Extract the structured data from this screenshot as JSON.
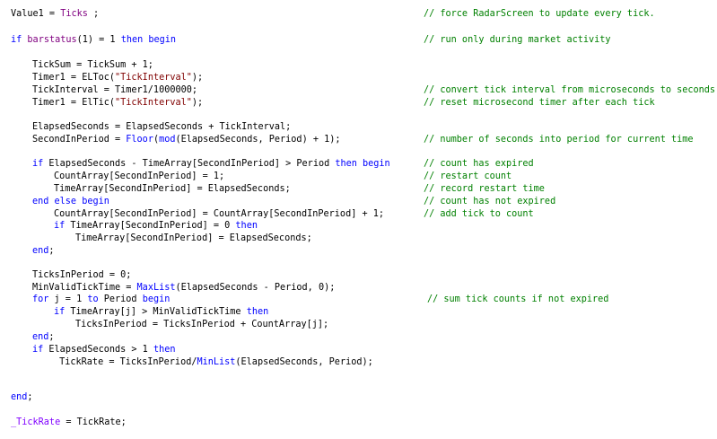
{
  "colors": {
    "background": "#ffffff",
    "plain": "#000000",
    "keyword": "#0000ff",
    "function": "#0000ff",
    "reserved": "#800080",
    "string": "#800000",
    "comment": "#008000",
    "user_function": "#8000ff"
  },
  "code": [
    {
      "indent": 0,
      "segs": [
        [
          "plain",
          "Value1 = "
        ],
        [
          "reserved",
          "Ticks"
        ],
        [
          "plain",
          " ;"
        ]
      ],
      "comment": "// force RadarScreen to update every tick."
    },
    {
      "indent": 0,
      "segs": [
        [
          "keyword",
          "if"
        ],
        [
          "plain",
          " "
        ],
        [
          "reserved",
          "barstatus"
        ],
        [
          "plain",
          "(1) = 1 "
        ],
        [
          "keyword",
          "then begin"
        ]
      ],
      "comment": "// run only during market activity"
    },
    {
      "indent": 1,
      "segs": [
        [
          "plain",
          "TickSum = TickSum + 1;"
        ]
      ],
      "comment": ""
    },
    {
      "indent": 1,
      "segs": [
        [
          "plain",
          "Timer1 = ELToc("
        ],
        [
          "string",
          "\"TickInterval\""
        ],
        [
          "plain",
          ");"
        ]
      ],
      "comment": ""
    },
    {
      "indent": 1,
      "segs": [
        [
          "plain",
          "TickInterval = Timer1/1000000;"
        ]
      ],
      "comment": "// convert tick interval from microseconds to seconds"
    },
    {
      "indent": 1,
      "segs": [
        [
          "plain",
          "Timer1 = ElTic("
        ],
        [
          "string",
          "\"TickInterval\""
        ],
        [
          "plain",
          ");"
        ]
      ],
      "comment": "// reset microsecond timer after each tick"
    },
    {
      "indent": 1,
      "segs": [
        [
          "plain",
          "ElapsedSeconds = ElapsedSeconds + TickInterval;"
        ]
      ],
      "comment": ""
    },
    {
      "indent": 1,
      "segs": [
        [
          "plain",
          "SecondInPeriod = "
        ],
        [
          "function",
          "Floor"
        ],
        [
          "plain",
          "("
        ],
        [
          "function",
          "mod"
        ],
        [
          "plain",
          "(ElapsedSeconds, Period) + 1);"
        ]
      ],
      "comment": "// number of seconds into period for current time"
    },
    {
      "indent": 1,
      "segs": [
        [
          "keyword",
          "if"
        ],
        [
          "plain",
          " ElapsedSeconds - TimeArray[SecondInPeriod] > Period "
        ],
        [
          "keyword",
          "then begin"
        ]
      ],
      "comment": "// count has expired"
    },
    {
      "indent": 2,
      "segs": [
        [
          "plain",
          "CountArray[SecondInPeriod] = 1;"
        ]
      ],
      "comment": "// restart count"
    },
    {
      "indent": 2,
      "segs": [
        [
          "plain",
          "TimeArray[SecondInPeriod] = ElapsedSeconds;"
        ]
      ],
      "comment": "// record restart time"
    },
    {
      "indent": 1,
      "segs": [
        [
          "keyword",
          "end else begin"
        ]
      ],
      "comment": "// count has not expired"
    },
    {
      "indent": 2,
      "segs": [
        [
          "plain",
          "CountArray[SecondInPeriod] = CountArray[SecondInPeriod] + 1;"
        ]
      ],
      "comment": "// add tick to count"
    },
    {
      "indent": 2,
      "segs": [
        [
          "keyword",
          "if"
        ],
        [
          "plain",
          " TimeArray[SecondInPeriod] = 0 "
        ],
        [
          "keyword",
          "then"
        ]
      ],
      "comment": ""
    },
    {
      "indent": 3,
      "segs": [
        [
          "plain",
          "TimeArray[SecondInPeriod] = ElapsedSeconds;"
        ]
      ],
      "comment": ""
    },
    {
      "indent": 1,
      "segs": [
        [
          "keyword",
          "end"
        ],
        [
          "plain",
          ";"
        ]
      ],
      "comment": ""
    },
    {
      "indent": 1,
      "segs": [
        [
          "plain",
          "TicksInPeriod = 0;"
        ]
      ],
      "comment": ""
    },
    {
      "indent": 1,
      "segs": [
        [
          "plain",
          "MinValidTickTime = "
        ],
        [
          "function",
          "MaxList"
        ],
        [
          "plain",
          "(ElapsedSeconds - Period, 0);"
        ]
      ],
      "comment": ""
    },
    {
      "indent": 1,
      "segs": [
        [
          "keyword",
          "for"
        ],
        [
          "plain",
          " j = 1 "
        ],
        [
          "keyword",
          "to"
        ],
        [
          "plain",
          " Period "
        ],
        [
          "keyword",
          "begin"
        ]
      ],
      "comment": "// sum tick counts if not expired"
    },
    {
      "indent": 2,
      "segs": [
        [
          "keyword",
          "if"
        ],
        [
          "plain",
          " TimeArray[j] > MinValidTickTime "
        ],
        [
          "keyword",
          "then"
        ]
      ],
      "comment": ""
    },
    {
      "indent": 3,
      "segs": [
        [
          "plain",
          "TicksInPeriod = TicksInPeriod + CountArray[j];"
        ]
      ],
      "comment": ""
    },
    {
      "indent": 1,
      "segs": [
        [
          "keyword",
          "end"
        ],
        [
          "plain",
          ";"
        ]
      ],
      "comment": ""
    },
    {
      "indent": 1,
      "segs": [
        [
          "keyword",
          "if"
        ],
        [
          "plain",
          " ElapsedSeconds > 1 "
        ],
        [
          "keyword",
          "then"
        ]
      ],
      "comment": ""
    },
    {
      "indent": 2,
      "segs": [
        [
          "plain",
          " TickRate = TicksInPeriod/"
        ],
        [
          "function",
          "MinList"
        ],
        [
          "plain",
          "(ElapsedSeconds, Period);"
        ]
      ],
      "comment": ""
    },
    {
      "indent": 0,
      "segs": [
        [
          "keyword",
          "end"
        ],
        [
          "plain",
          ";"
        ]
      ],
      "comment": ""
    },
    {
      "indent": 0,
      "segs": [
        [
          "user_function",
          "_TickRate"
        ],
        [
          "plain",
          " = TickRate;"
        ]
      ],
      "comment": ""
    }
  ]
}
